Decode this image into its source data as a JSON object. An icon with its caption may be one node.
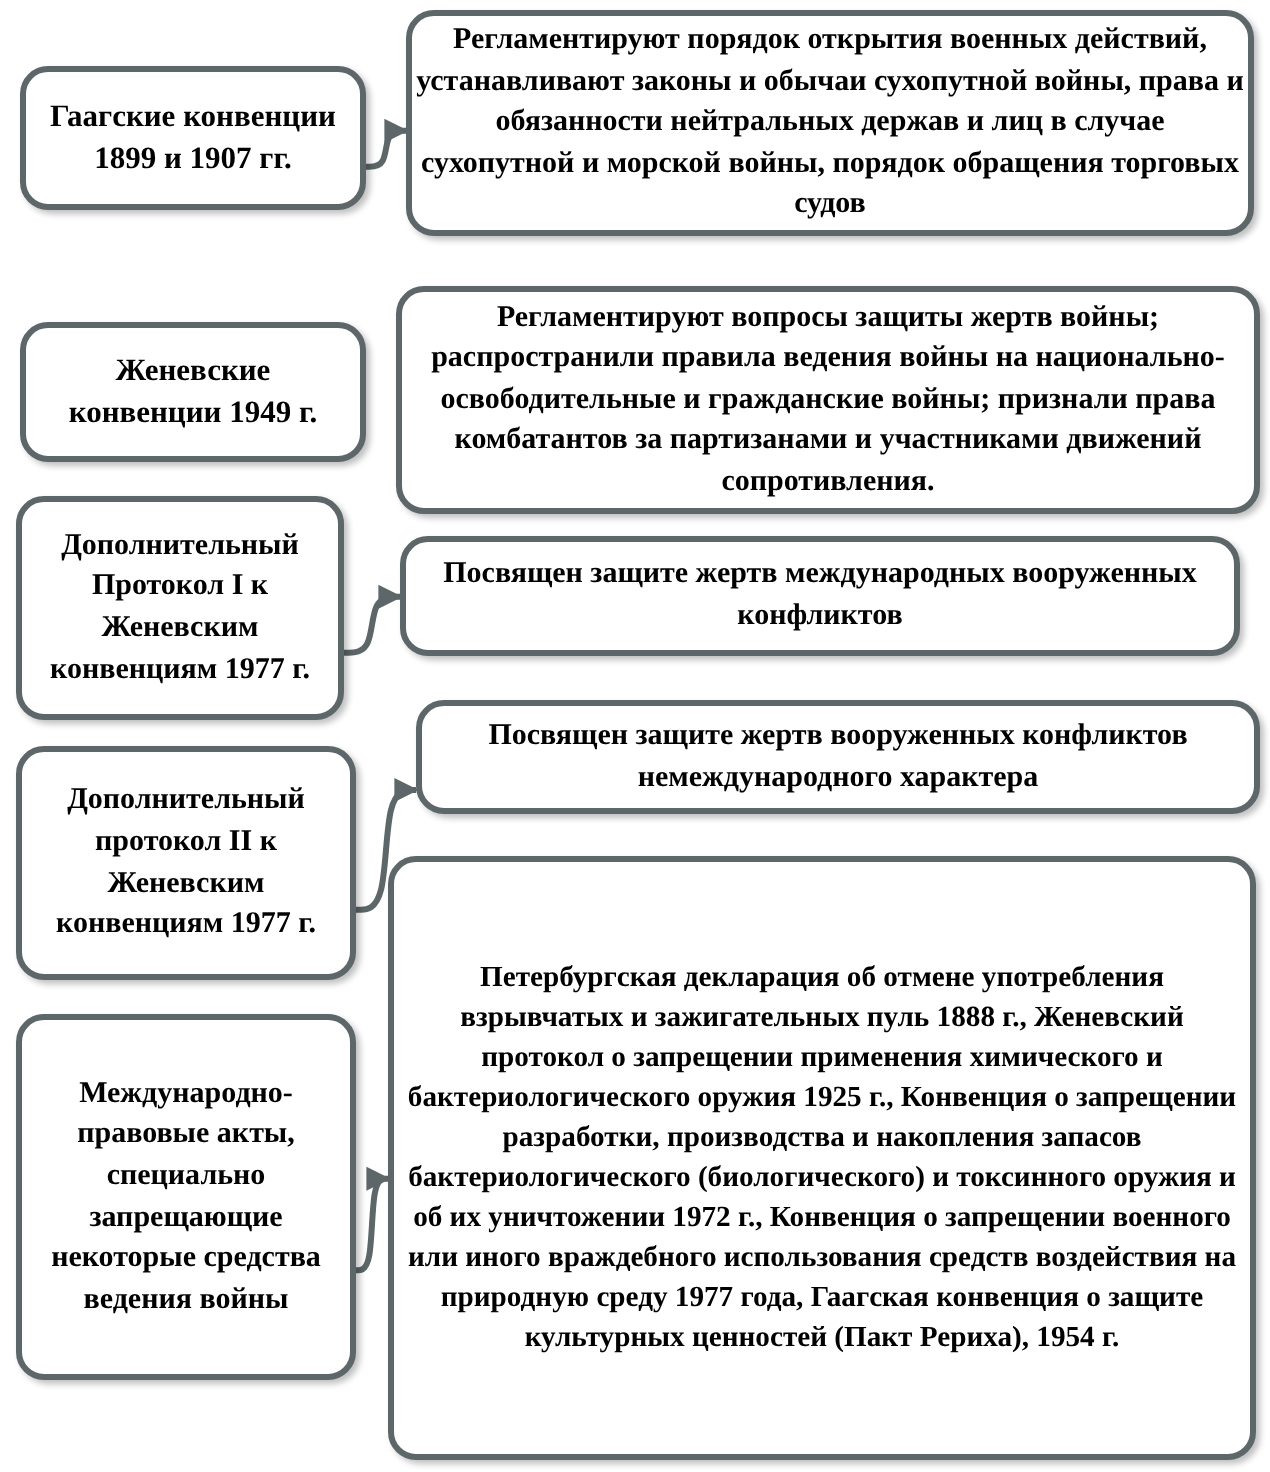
{
  "diagram": {
    "nodes": [
      {
        "text": [
          "Гаагские конвенции 1899 и 1907 гг."
        ]
      },
      {
        "text": [
          "Регламентируют порядок открытия военных действий, устанавливают законы и обычаи сухопутной войны, права и обязанности нейтральных держав и лиц в случае сухопутной и морской войны, порядок обращения торговых судов"
        ]
      },
      {
        "text": [
          "Женевские конвенции 1949 г."
        ]
      },
      {
        "text": [
          "Регламентируют вопросы защиты жертв войны; распространили правила ведения войны на национально-освободительные и гражданские войны; признали права комбатантов за партизанами и участниками движений сопротивления."
        ]
      },
      {
        "text": [
          "Дополнительный Протокол I к Женевским конвенциям 1977 г."
        ]
      },
      {
        "text": [
          "Посвящен защите жертв международных вооруженных конфликтов"
        ]
      },
      {
        "text": [
          "Дополнительный протокол II к Женевским конвенциям 1977 г."
        ]
      },
      {
        "text": [
          "Посвящен защите жертв вооруженных конфликтов немеждународного характера"
        ]
      },
      {
        "text": [
          "Международно-правовые акты, специально запрещающие некоторые средства ведения войны"
        ]
      },
      {
        "text": [
          "Петербургская декларация об отмене употребления взрывчатых и зажигательных пуль 1888 г., Женевский протокол о запрещении применения химического и бактериологического оружия 1925 г., Конвенция о запрещении разработки, производства и накопления запасов бактериологического (биологического) и токсинного оружия и об их уничтожении 1972 г., Конвенция о запрещении военного или иного враждебного использования средств воздействия на природную среду 1977 года, Гаагская конвенция о защите культурных ценностей (Пакт Рериха), 1954 г."
        ]
      }
    ],
    "edges": [
      {
        "from": 0,
        "to": 1,
        "arrow": "to"
      },
      {
        "from": 4,
        "to": 5,
        "arrow": "to"
      },
      {
        "from": 6,
        "to": 7,
        "arrow": "to"
      },
      {
        "from": 8,
        "to": 9,
        "arrow": "to"
      }
    ]
  }
}
